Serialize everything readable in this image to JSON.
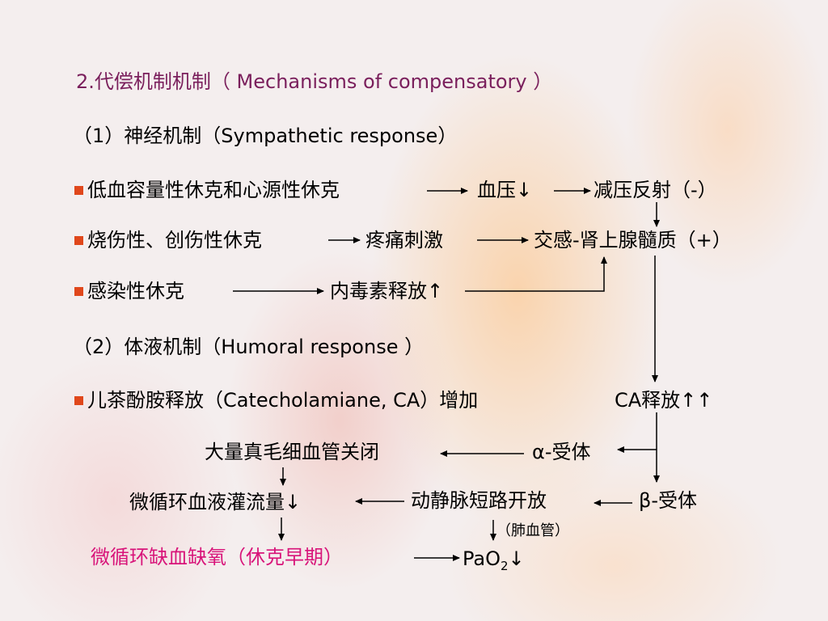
{
  "title": "2.代偿机制机制（ Mechanisms of compensatory ）",
  "neural": {
    "heading": "（1）神经机制（Sympathetic response）",
    "row1": {
      "cause": "低血容量性休克和心源性休克",
      "mid": "血压↓",
      "end": "减压反射（-）"
    },
    "row2": {
      "cause": "烧伤性、创伤性休克",
      "mid": "疼痛刺激",
      "end": "交感-肾上腺髓质（+）"
    },
    "row3": {
      "cause": "感染性休克",
      "mid": "内毒素释放↑"
    }
  },
  "humoral": {
    "heading": "（2）体液机制（Humoral response ）",
    "row1": {
      "cause": "儿茶酚胺释放（Catecholamiane, CA）增加",
      "ca": "CA释放↑↑"
    }
  },
  "cascade": {
    "close": "大量真毛细血管关闭",
    "alpha": "α-受体",
    "beta": "β-受体",
    "microflow": "微循环血液灌流量↓",
    "shunt": "动静脉短路开放",
    "lung": "（肺血管）",
    "result": "微循环缺血缺氧（休克早期）",
    "pao2_main": "PaO",
    "pao2_sub": "2",
    "pao2_arrow": "↓"
  },
  "colors": {
    "title": "#7a1f5c",
    "highlight": "#d8157a",
    "bullet": "#e0471b"
  }
}
